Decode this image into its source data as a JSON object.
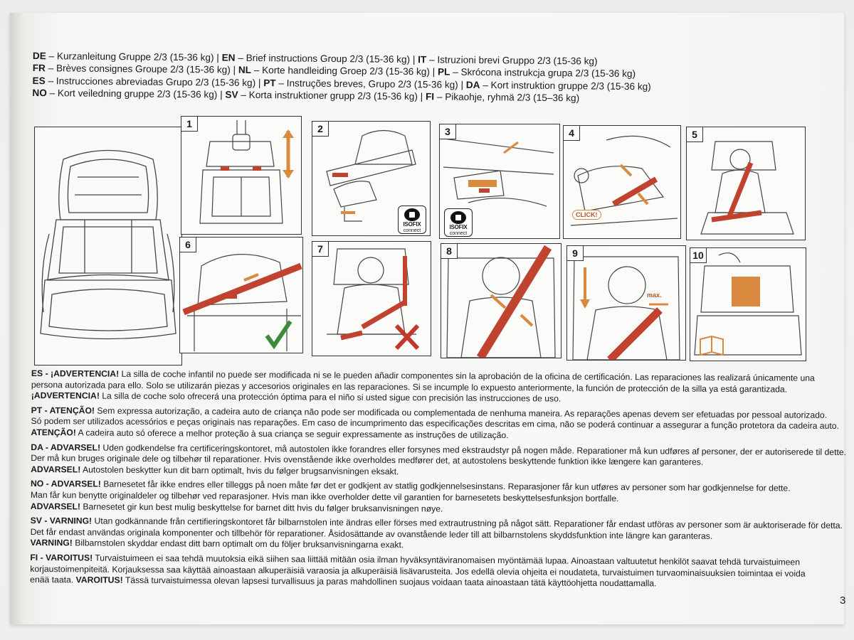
{
  "header": {
    "lines": [
      [
        {
          "code": "DE",
          "text": " – Kurzanleitung Gruppe 2/3 (15-36 kg) | "
        },
        {
          "code": "EN",
          "text": " – Brief instructions Group 2/3 (15-36 kg) | "
        },
        {
          "code": "IT",
          "text": " – Istruzioni brevi Gruppo 2/3 (15-36 kg)"
        }
      ],
      [
        {
          "code": "FR",
          "text": " – Brèves consignes Groupe 2/3 (15-36 kg) | "
        },
        {
          "code": "NL",
          "text": " – Korte handleiding Groep 2/3 (15-36 kg) | "
        },
        {
          "code": "PL",
          "text": " – Skrócona instrukcja grupa 2/3 (15-36 kg)"
        }
      ],
      [
        {
          "code": "ES",
          "text": " – Instrucciones abreviadas Grupo 2/3 (15-36 kg) | "
        },
        {
          "code": "PT",
          "text": " – Instruções breves, Grupo 2/3 (15-36 kg) | "
        },
        {
          "code": "DA",
          "text": " – Kort instruktion gruppe 2/3 (15-36 kg)"
        }
      ],
      [
        {
          "code": "NO",
          "text": " – Kort veiledning gruppe 2/3 (15-36 kg) | "
        },
        {
          "code": "SV",
          "text": " – Korta instruktioner grupp 2/3 (15-36 kg) | "
        },
        {
          "code": "FI",
          "text": " – Pikaohje, ryhmä 2/3 (15–36 kg)"
        }
      ]
    ]
  },
  "steps": [
    {
      "number": "1"
    },
    {
      "number": "2"
    },
    {
      "number": "3"
    },
    {
      "number": "4"
    },
    {
      "number": "5"
    },
    {
      "number": "6"
    },
    {
      "number": "7"
    },
    {
      "number": "8"
    },
    {
      "number": "9"
    },
    {
      "number": "10"
    }
  ],
  "isofix": {
    "brand": "ISOFIX",
    "sub": "connect"
  },
  "click_label": "CLICK!",
  "max_label": "max.",
  "warnings": [
    {
      "lines": [
        [
          {
            "b": "ES - ¡ADVERTENCIA!"
          },
          {
            "t": " La silla de coche infantil no puede ser modificada ni se le pueden añadir componentes sin la aprobación de la oficina de certificación. Las reparaciones las realizará únicamente una"
          }
        ],
        [
          {
            "t": "persona autorizada para ello. Solo se utilizarán piezas y accesorios originales en las reparaciones. Si se incumple lo expuesto anteriormente, la función de protección de la silla ya está garantizada."
          }
        ],
        [
          {
            "b": "¡ADVERTENCIA!"
          },
          {
            "t": " La silla de coche solo ofrecerá una protección óptima para el niño si usted sigue con precisión las instrucciones de uso."
          }
        ]
      ]
    },
    {
      "lines": [
        [
          {
            "b": "PT - ATENÇÃO!"
          },
          {
            "t": " Sem expressa autorização, a cadeira auto de criança não pode ser modificada ou complementada de nenhuma maneira. As reparações apenas devem ser efetuadas por pessoal autorizado."
          }
        ],
        [
          {
            "t": "Só podem ser utilizados acessórios e peças originais nas reparações. Em caso de incumprimento das especificações descritas em cima, não se poderá continuar a assegurar a função protetora da cadeira auto."
          }
        ],
        [
          {
            "b": "ATENÇÃO!"
          },
          {
            "t": " A cadeira auto só oferece a melhor proteção à sua criança se seguir expressamente as instruções de utilização."
          }
        ]
      ]
    },
    {
      "lines": [
        [
          {
            "b": "DA - ADVARSEL!"
          },
          {
            "t": " Uden godkendelse fra certificeringskontoret, må autostolen ikke forandres eller forsynes med ekstraudstyr på nogen måde. Reparationer må kun udføres af personer, der er autoriserede til dette."
          }
        ],
        [
          {
            "t": "Der må kun bruges originale dele og tilbehør til reparationer. Hvis ovenstående ikke overholdes medfører det, at autostolens beskyttende funktion ikke længere kan garanteres."
          }
        ],
        [
          {
            "b": "ADVARSEL!"
          },
          {
            "t": " Autostolen beskytter kun dit barn optimalt, hvis du følger brugsanvisningen eksakt."
          }
        ]
      ]
    },
    {
      "lines": [
        [
          {
            "b": "NO - ADVARSEL!"
          },
          {
            "t": " Barnesetet får ikke endres eller tilleggs på noen måte før det er godkjent av statlig godkjennelsesinstans. Reparasjoner får kun utføres av personer som har godkjennelse for dette."
          }
        ],
        [
          {
            "t": "Man får kun benytte originaldeler og tilbehør ved reparasjoner. Hvis man ikke overholder dette vil garantien for barnesetets beskyttelsesfunksjon bortfalle."
          }
        ],
        [
          {
            "b": "ADVARSEL!"
          },
          {
            "t": " Barnesetet gir kun best mulig beskyttelse for barnet ditt hvis du følger bruksanvisningen nøye."
          }
        ]
      ]
    },
    {
      "lines": [
        [
          {
            "b": "SV - VARNING!"
          },
          {
            "t": " Utan godkännande från certifieringskontoret får bilbarnstolen inte ändras eller förses med extrautrustning på något sätt. Reparationer får endast utföras av personer som är auktoriserade för detta."
          }
        ],
        [
          {
            "t": "Det får endast användas originala komponenter och tillbehör för reparationer. Åsidosättande av ovanstående leder till att bilbarnstolens skyddsfunktion inte längre kan garanteras."
          }
        ],
        [
          {
            "b": "VARNING!"
          },
          {
            "t": " Bilbarnstolen skyddar endast ditt barn optimalt om du följer bruksanvisningarna exakt."
          }
        ]
      ]
    },
    {
      "lines": [
        [
          {
            "b": "FI - VAROITUS!"
          },
          {
            "t": " Turvaistuimeen ei saa tehdä muutoksia eikä siihen saa liittää mitään osia ilman hyväksyntäviranomaisen myöntämää lupaa. Ainoastaan valtuutetut henkilöt saavat tehdä turvaistuimeen"
          }
        ],
        [
          {
            "t": "korjaustoimenpiteitä. Korjauksessa saa käyttää ainoastaan alkuperäisiä varaosia ja alkuperäisiä lisävarusteita. Jos edellä olevia ohjeita ei noudateta, turvaistuimen turvaominaisuuksien toimintaa ei voida"
          }
        ],
        [
          {
            "t": "enää taata. "
          },
          {
            "b": "VAROITUS!"
          },
          {
            "t": " Tässä turvaistuimessa olevan lapsesi turvallisuus ja paras mahdollinen suojaus voidaan taata ainoastaan tätä käyttöohjetta noudattamalla."
          }
        ]
      ]
    }
  ],
  "page_number": "3",
  "colors": {
    "accent_orange": "#d98a3f",
    "belt_red": "#c0432f",
    "check_green": "#3d8a3a",
    "cross_red": "#c0392b"
  }
}
